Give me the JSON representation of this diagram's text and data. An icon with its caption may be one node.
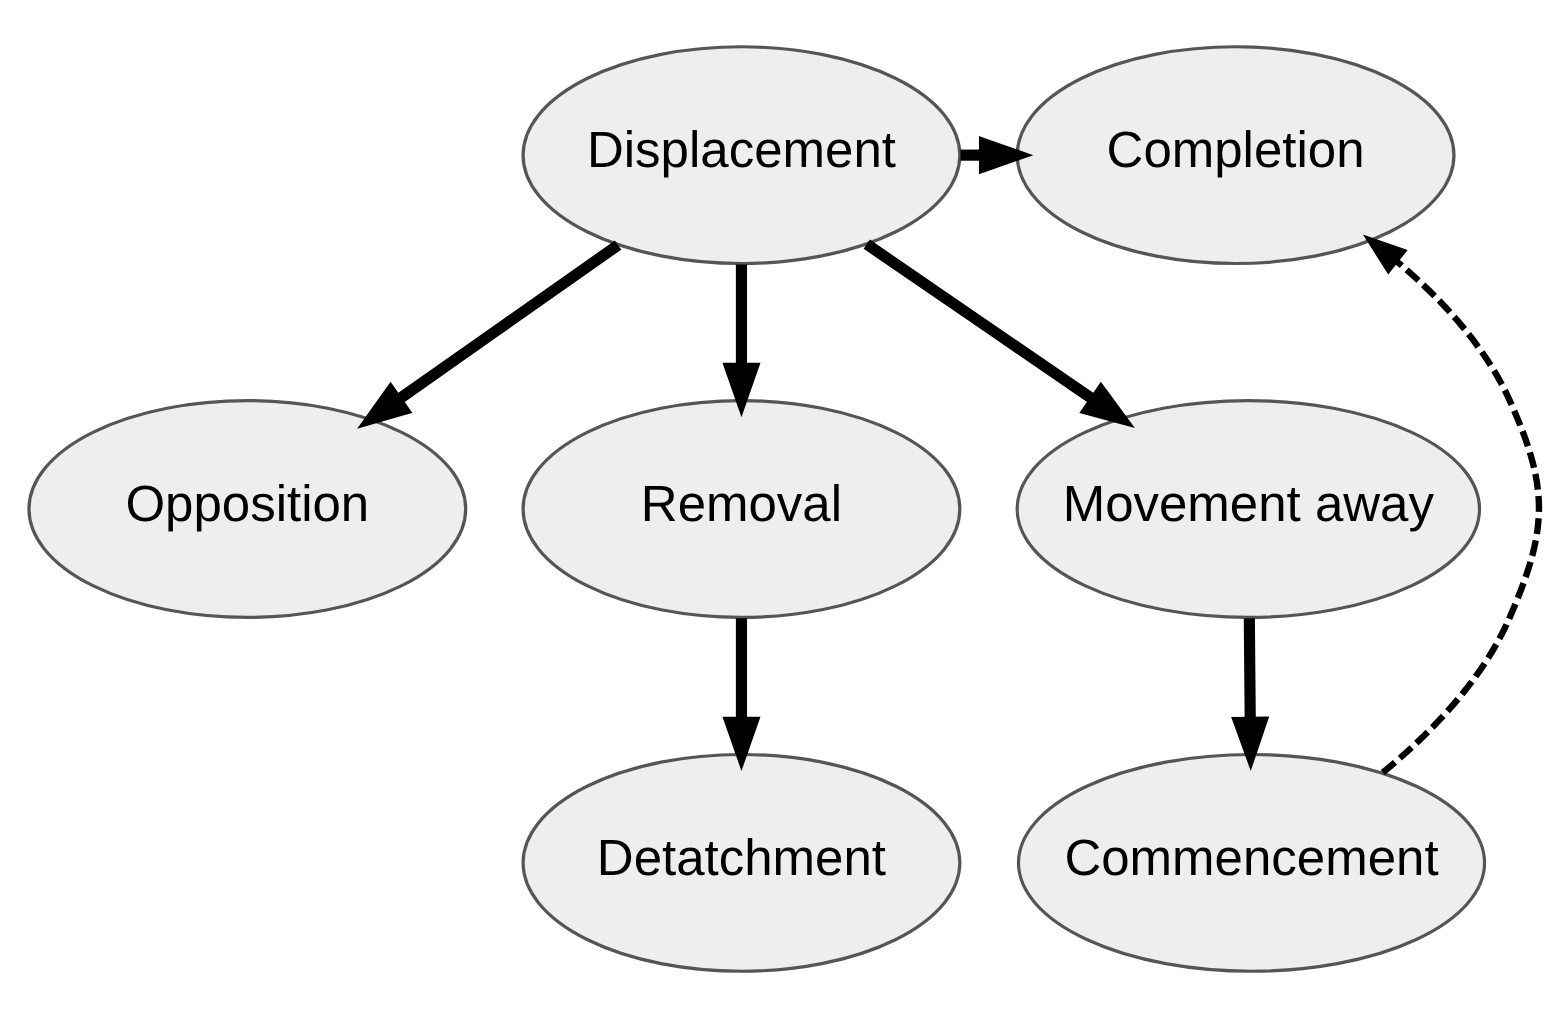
{
  "diagram": {
    "nodes": [
      {
        "text": [
          "Displacement"
        ]
      },
      {
        "text": [
          "Completion"
        ]
      },
      {
        "text": [
          "Opposition"
        ]
      },
      {
        "text": [
          "Removal"
        ]
      },
      {
        "text": [
          "Movement away"
        ]
      },
      {
        "text": [
          "Detatchment"
        ]
      },
      {
        "text": [
          "Commencement"
        ]
      }
    ],
    "edges": [
      {
        "from": 0,
        "to": 1,
        "arrow": "to"
      },
      {
        "from": 0,
        "to": 2,
        "arrow": "to"
      },
      {
        "from": 0,
        "to": 3,
        "arrow": "to"
      },
      {
        "from": 0,
        "to": 4,
        "arrow": "to"
      },
      {
        "from": 3,
        "to": 5,
        "arrow": "to"
      },
      {
        "from": 4,
        "to": 6,
        "arrow": "to"
      },
      {
        "from": 6,
        "to": 1,
        "arrow": "to",
        "style": "dashed"
      }
    ]
  }
}
